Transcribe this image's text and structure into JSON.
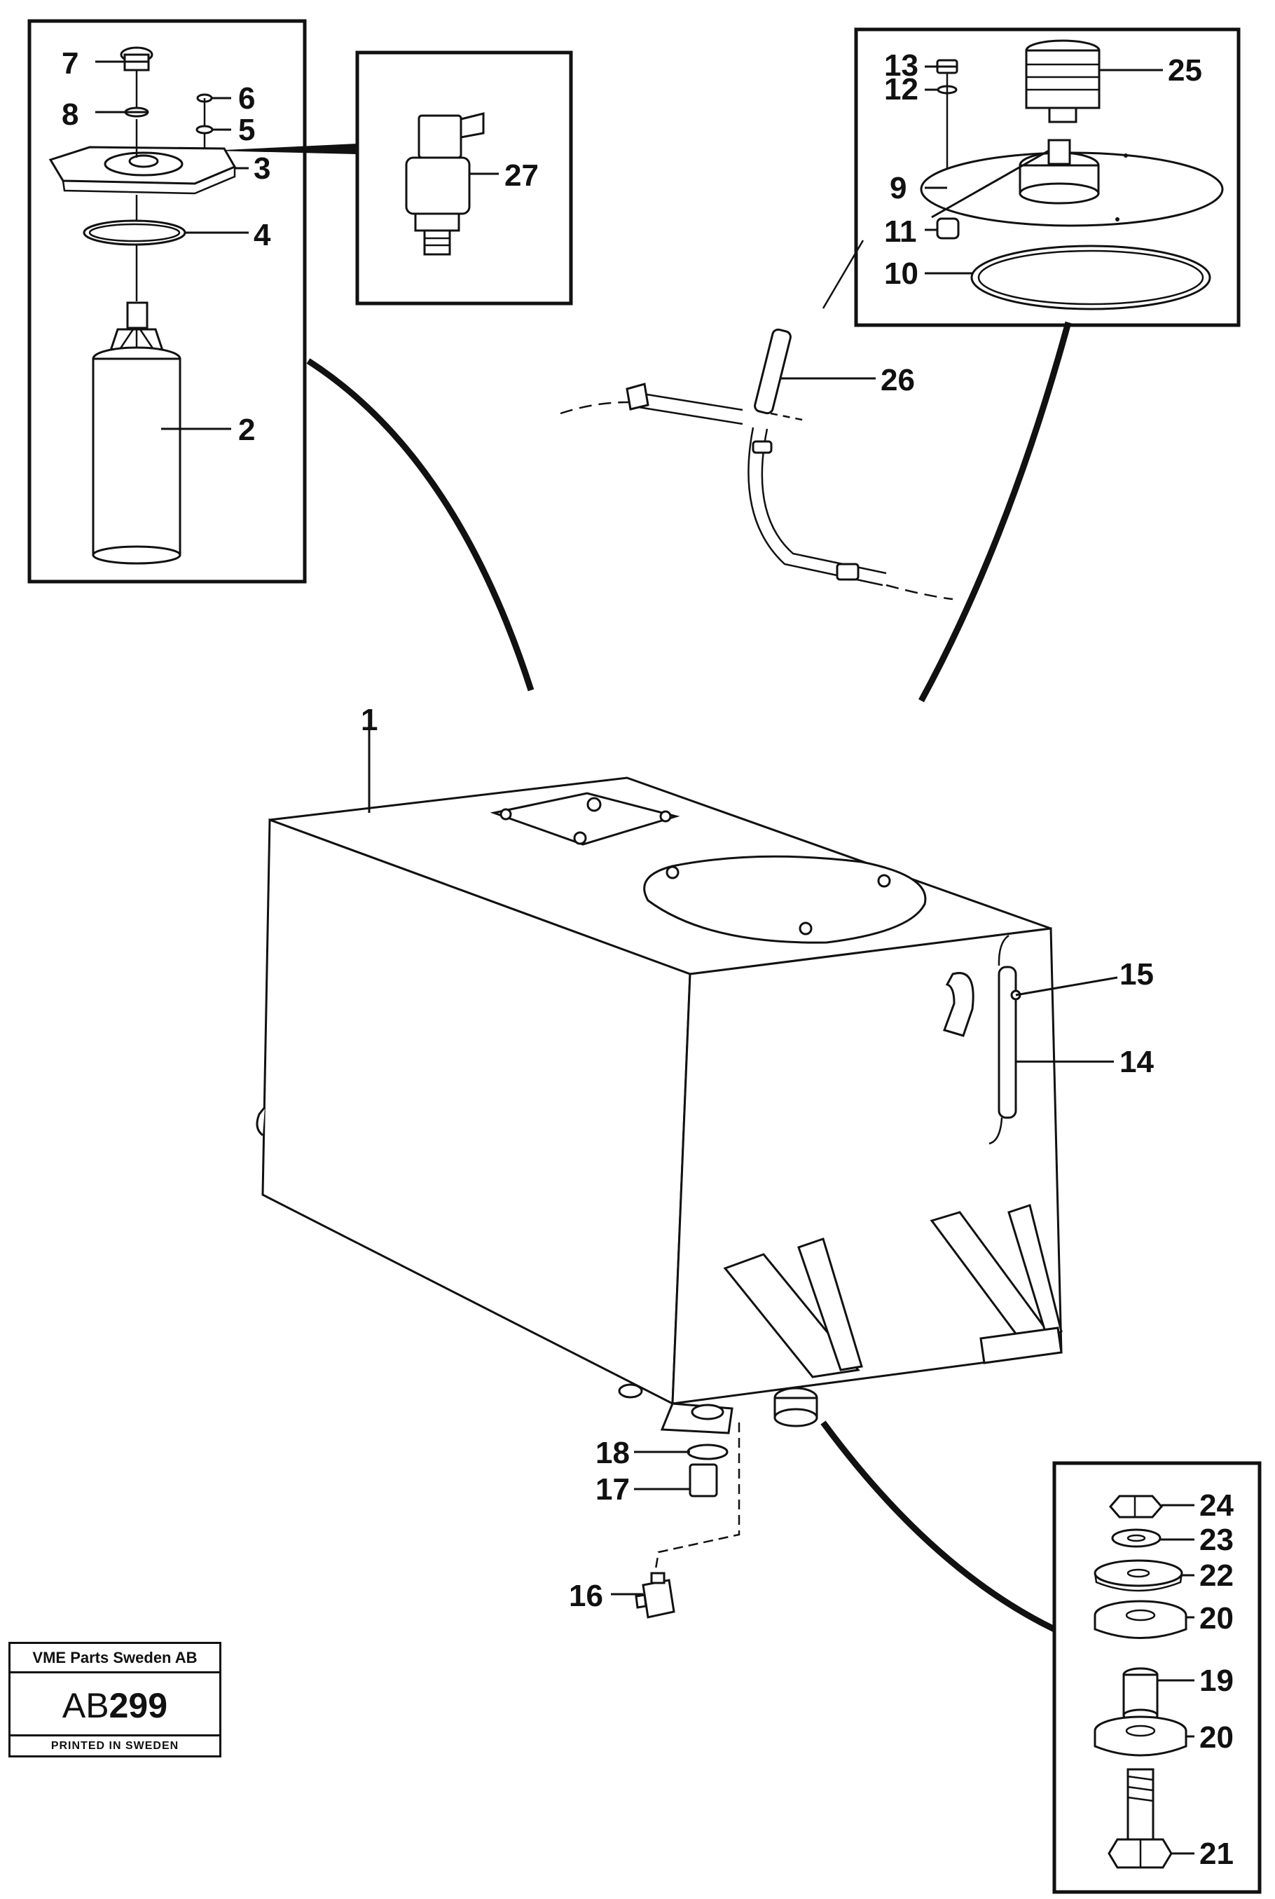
{
  "stamp": {
    "company": "VME Parts Sweden AB",
    "code_prefix": "AB",
    "code_number": "299",
    "printed": "PRINTED IN SWEDEN"
  },
  "callouts": {
    "c1": "1",
    "c2": "2",
    "c3": "3",
    "c4": "4",
    "c5": "5",
    "c6": "6",
    "c7": "7",
    "c8": "8",
    "c9": "9",
    "c10": "10",
    "c11": "11",
    "c12": "12",
    "c13": "13",
    "c14": "14",
    "c15": "15",
    "c16": "16",
    "c17": "17",
    "c18": "18",
    "c19": "19",
    "c20a": "20",
    "c20b": "20",
    "c21": "21",
    "c22": "22",
    "c23": "23",
    "c24": "24",
    "c25": "25",
    "c26": "26",
    "c27": "27"
  }
}
